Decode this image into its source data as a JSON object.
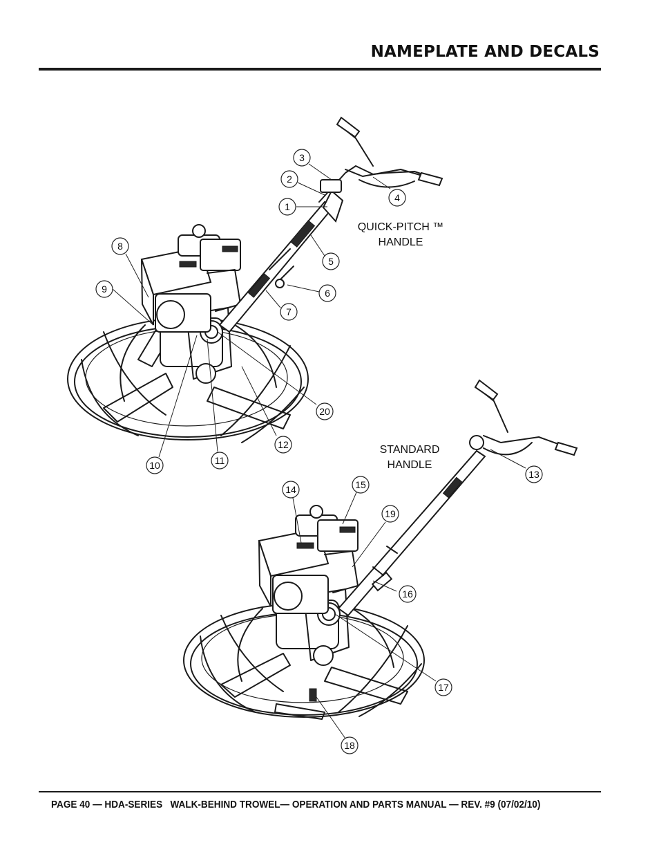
{
  "header": {
    "title": "NAMEPLATE AND DECALS"
  },
  "footer": {
    "text": "PAGE 40 — HDA-SERIES   WALK-BEHIND TROWEL— OPERATION AND PARTS MANUAL — REV. #9 (07/02/10)"
  },
  "figure": {
    "quick_pitch_label": [
      "QUICK-PITCH ™",
      "HANDLE"
    ],
    "standard_label": [
      "STANDARD",
      "HANDLE"
    ],
    "callouts": [
      "1",
      "2",
      "3",
      "4",
      "5",
      "6",
      "7",
      "8",
      "9",
      "10",
      "11",
      "12",
      "13",
      "14",
      "15",
      "16",
      "17",
      "18",
      "19",
      "20"
    ]
  }
}
